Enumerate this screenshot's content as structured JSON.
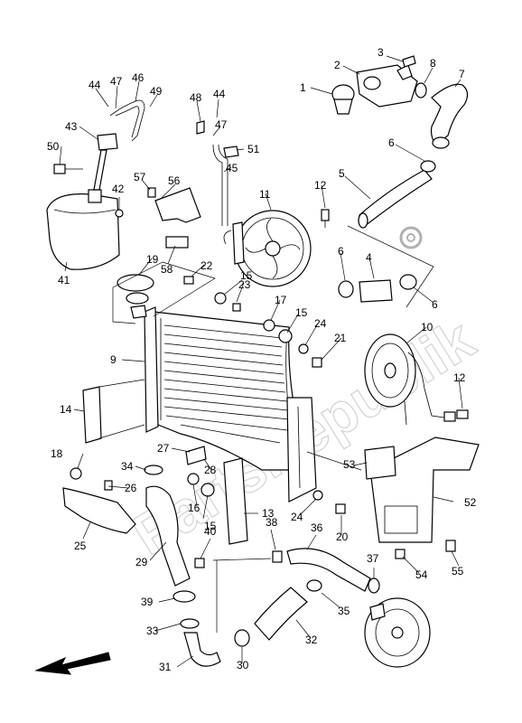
{
  "diagram": {
    "watermark": "PartsRepublik",
    "callouts": [
      {
        "id": "c1",
        "text": "1"
      },
      {
        "id": "c2",
        "text": "2"
      },
      {
        "id": "c3",
        "text": "3"
      },
      {
        "id": "c4",
        "text": "4"
      },
      {
        "id": "c5",
        "text": "5"
      },
      {
        "id": "c6a",
        "text": "6"
      },
      {
        "id": "c6b",
        "text": "6"
      },
      {
        "id": "c6c",
        "text": "6"
      },
      {
        "id": "c7",
        "text": "7"
      },
      {
        "id": "c8",
        "text": "8"
      },
      {
        "id": "c9",
        "text": "9"
      },
      {
        "id": "c10",
        "text": "10"
      },
      {
        "id": "c11",
        "text": "11"
      },
      {
        "id": "c12a",
        "text": "12"
      },
      {
        "id": "c12b",
        "text": "12"
      },
      {
        "id": "c13",
        "text": "13"
      },
      {
        "id": "c14",
        "text": "14"
      },
      {
        "id": "c15a",
        "text": "15"
      },
      {
        "id": "c15b",
        "text": "15"
      },
      {
        "id": "c15c",
        "text": "15"
      },
      {
        "id": "c16",
        "text": "16"
      },
      {
        "id": "c17",
        "text": "17"
      },
      {
        "id": "c18",
        "text": "18"
      },
      {
        "id": "c19",
        "text": "19"
      },
      {
        "id": "c20",
        "text": "20"
      },
      {
        "id": "c21",
        "text": "21"
      },
      {
        "id": "c22",
        "text": "22"
      },
      {
        "id": "c23",
        "text": "23"
      },
      {
        "id": "c24a",
        "text": "24"
      },
      {
        "id": "c24b",
        "text": "24"
      },
      {
        "id": "c25",
        "text": "25"
      },
      {
        "id": "c26",
        "text": "26"
      },
      {
        "id": "c27",
        "text": "27"
      },
      {
        "id": "c28",
        "text": "28"
      },
      {
        "id": "c29",
        "text": "29"
      },
      {
        "id": "c30",
        "text": "30"
      },
      {
        "id": "c31",
        "text": "31"
      },
      {
        "id": "c32",
        "text": "32"
      },
      {
        "id": "c33",
        "text": "33"
      },
      {
        "id": "c34",
        "text": "34"
      },
      {
        "id": "c35",
        "text": "35"
      },
      {
        "id": "c36",
        "text": "36"
      },
      {
        "id": "c37",
        "text": "37"
      },
      {
        "id": "c38",
        "text": "38"
      },
      {
        "id": "c39",
        "text": "39"
      },
      {
        "id": "c40",
        "text": "40"
      },
      {
        "id": "c41",
        "text": "41"
      },
      {
        "id": "c42",
        "text": "42"
      },
      {
        "id": "c43",
        "text": "43"
      },
      {
        "id": "c44a",
        "text": "44"
      },
      {
        "id": "c44b",
        "text": "44"
      },
      {
        "id": "c45",
        "text": "45"
      },
      {
        "id": "c46",
        "text": "46"
      },
      {
        "id": "c47a",
        "text": "47"
      },
      {
        "id": "c47b",
        "text": "47"
      },
      {
        "id": "c48",
        "text": "48"
      },
      {
        "id": "c49",
        "text": "49"
      },
      {
        "id": "c50",
        "text": "50"
      },
      {
        "id": "c51",
        "text": "51"
      },
      {
        "id": "c52",
        "text": "52"
      },
      {
        "id": "c53",
        "text": "53"
      },
      {
        "id": "c54",
        "text": "54"
      },
      {
        "id": "c55",
        "text": "55"
      },
      {
        "id": "c56",
        "text": "56"
      },
      {
        "id": "c57",
        "text": "57"
      },
      {
        "id": "c58",
        "text": "58"
      }
    ]
  }
}
